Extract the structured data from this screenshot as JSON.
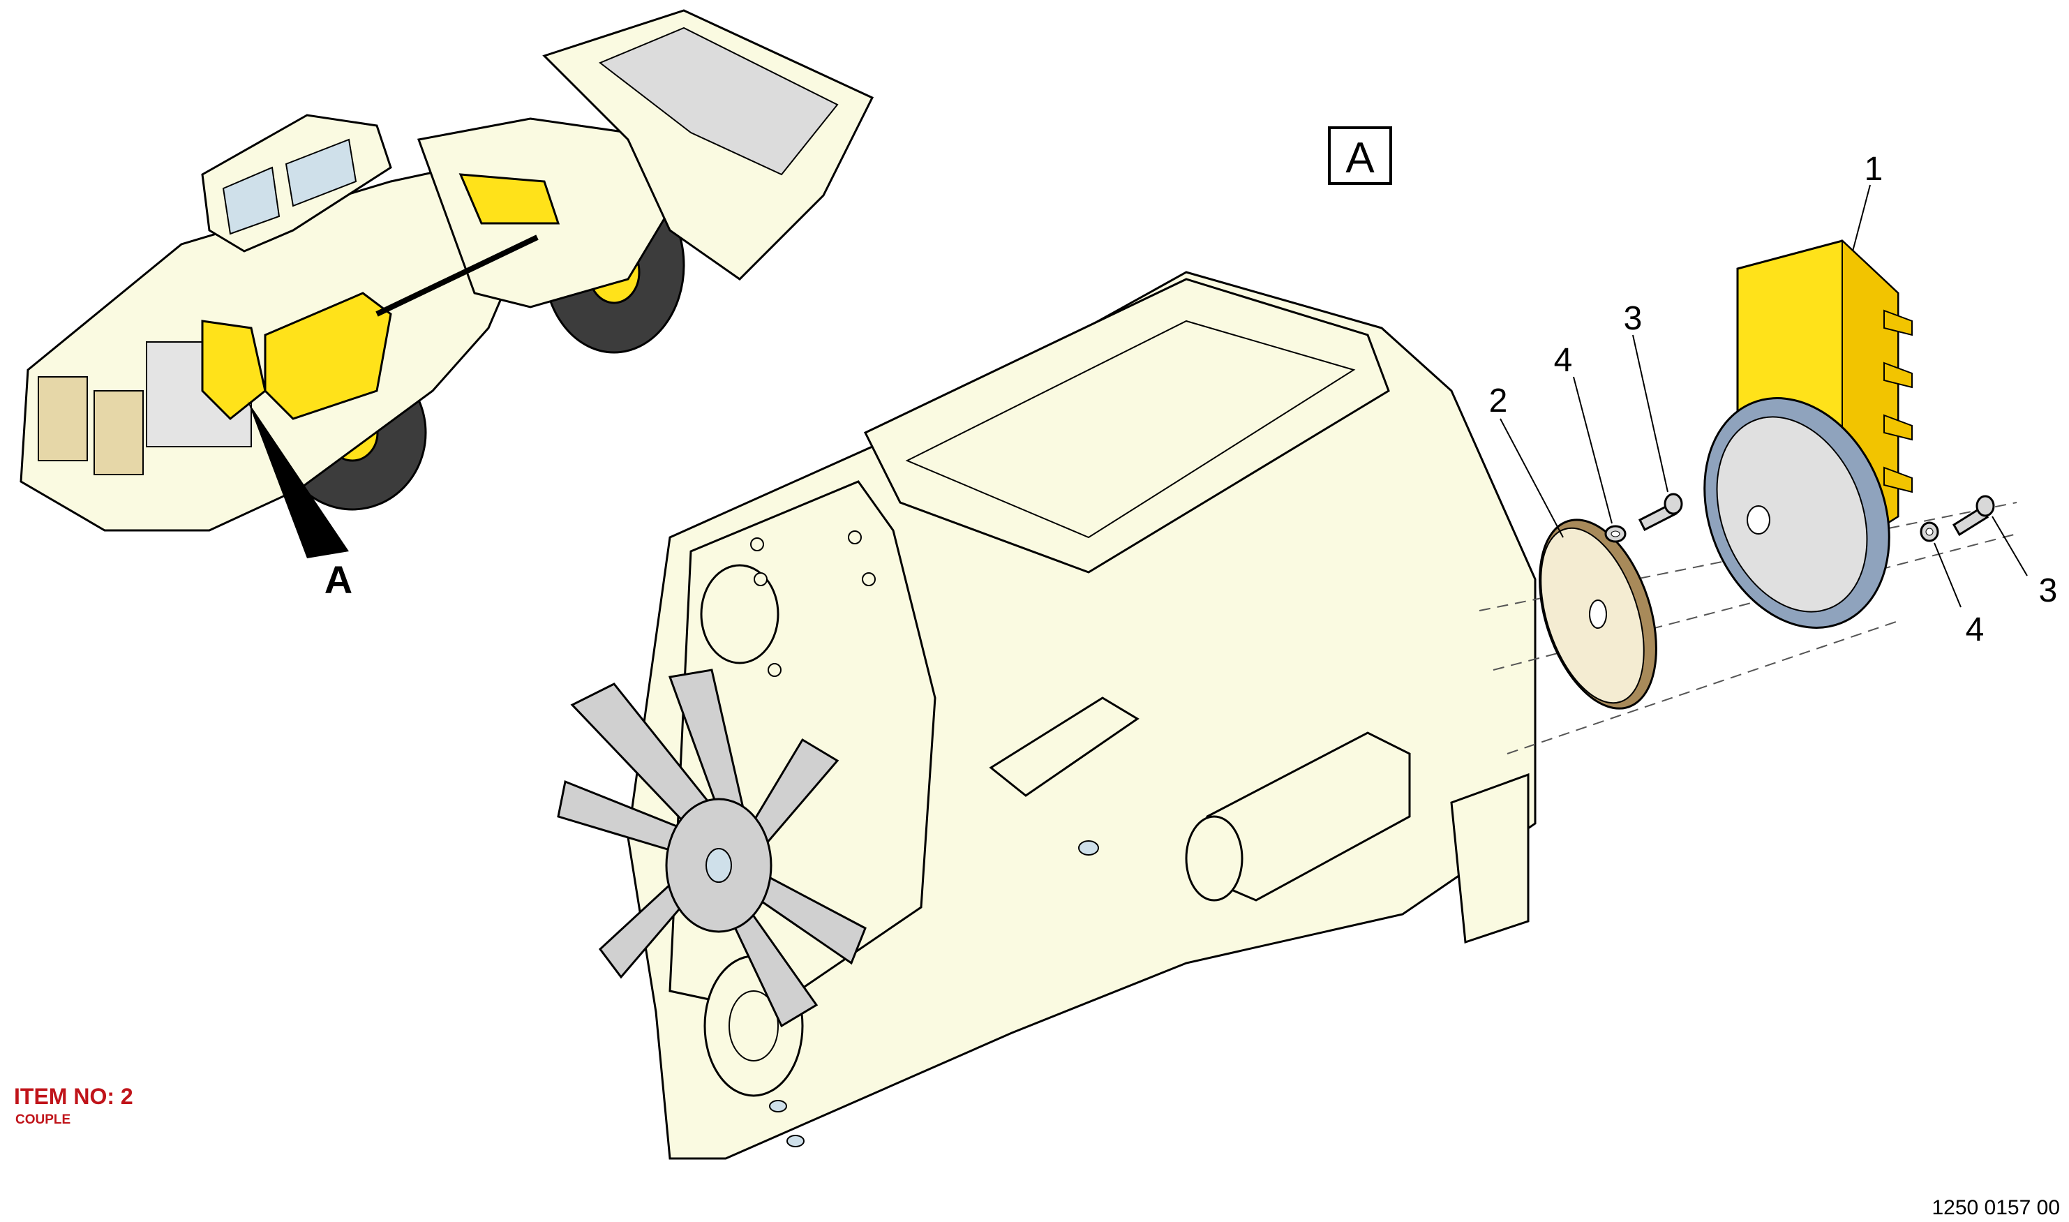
{
  "view_marker_letter": "A",
  "view_box_letter": "A",
  "callouts": {
    "c1": "1",
    "c2": "2",
    "c3_top": "3",
    "c4_top": "4",
    "c3_right": "3",
    "c4_right": "4"
  },
  "item_label": "ITEM NO: 2",
  "item_sublabel": "COUPLE",
  "drawing_number": "1250 0157 00",
  "colors": {
    "engine_fill": "#fafae1",
    "highlight_yellow": "#ffe21a",
    "part_grey": "#d8d8d8",
    "gasket_blue": "#8fa3bd",
    "tire_dark": "#3c3c3c",
    "item_red": "#c0141a"
  }
}
